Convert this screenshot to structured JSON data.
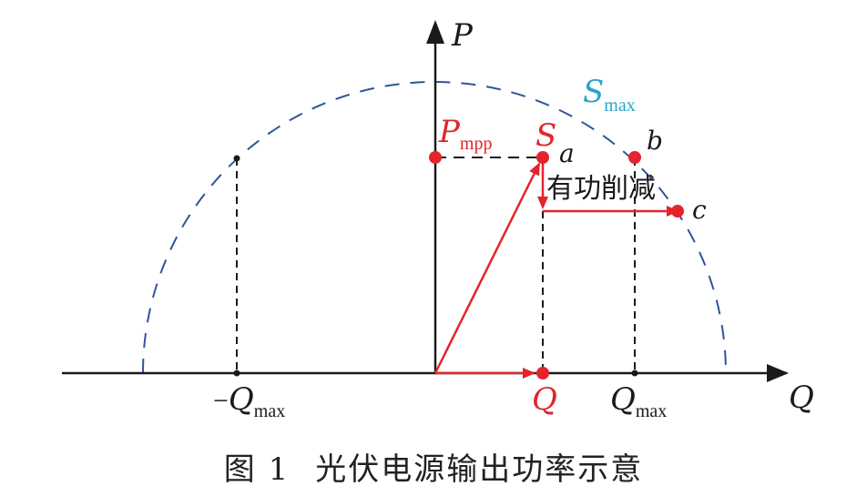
{
  "axes": {
    "vertical_label": "P",
    "horizontal_label": "Q"
  },
  "circle": {
    "label_main": "S",
    "label_sub": "max",
    "color": "#2f5597"
  },
  "labels": {
    "p_mpp_main": "P",
    "p_mpp_sub": "mpp",
    "s": "S",
    "q": "Q",
    "neg_qmax_prefix": "−",
    "neg_qmax_main": "Q",
    "neg_qmax_sub": "max",
    "qmax_main": "Q",
    "qmax_sub": "max",
    "point_a": "a",
    "point_b": "b",
    "point_c": "c",
    "curtail_text": "有功削减"
  },
  "colors": {
    "red": "#e3242b",
    "blue_label": "#2aa3c9",
    "black": "#1a1a1a"
  },
  "caption": {
    "number": "图 1",
    "title": "光伏电源输出功率示意"
  }
}
